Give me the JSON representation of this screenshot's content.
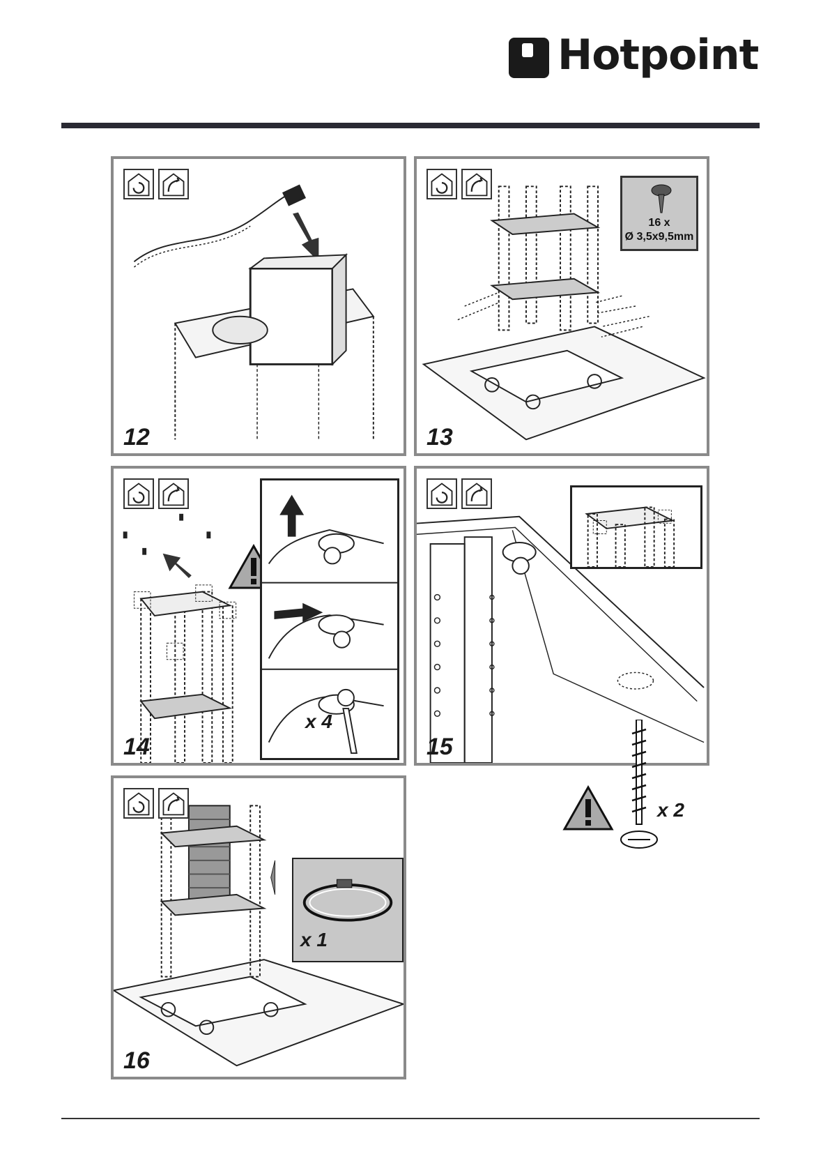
{
  "brand": {
    "name": "Hotpoint"
  },
  "steps": [
    {
      "number": "12"
    },
    {
      "number": "13",
      "screw_quantity": "16 x",
      "screw_size": "Ø 3,5x9,5mm"
    },
    {
      "number": "14",
      "quantity": "x 4"
    },
    {
      "number": "15",
      "quantity": "x 2"
    },
    {
      "number": "16",
      "quantity": "x 1"
    }
  ],
  "icons": [
    "recirculation-house-icon",
    "extraction-house-icon",
    "warning-triangle-icon"
  ],
  "colors": {
    "frame": "#8a8a8a",
    "rule": "#2a2a33",
    "inset_bg": "#c8c8c8"
  }
}
